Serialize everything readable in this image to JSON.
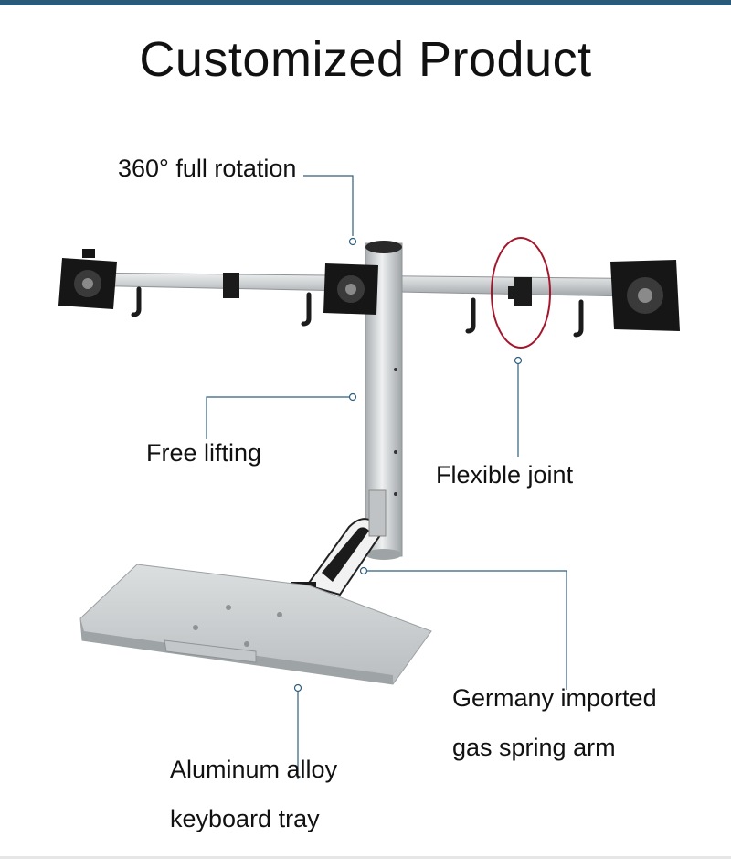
{
  "title": "Customized Product",
  "labels": {
    "rotation": "360° full rotation",
    "lifting": "Free lifting",
    "joint": "Flexible joint",
    "gas_line1": "Germany imported",
    "gas_line2": "gas spring arm",
    "tray_line1": "Aluminum alloy",
    "tray_line2": "keyboard tray"
  },
  "colors": {
    "callout_line": "#2f5f7f",
    "highlight_ellipse": "#a3162b",
    "aluminum": "#c9ccce",
    "mount_black": "#161616"
  },
  "icons": {
    "monitor_mount": "vesa-mount-plate-icon",
    "joint_highlight": "circle-highlight-icon"
  }
}
